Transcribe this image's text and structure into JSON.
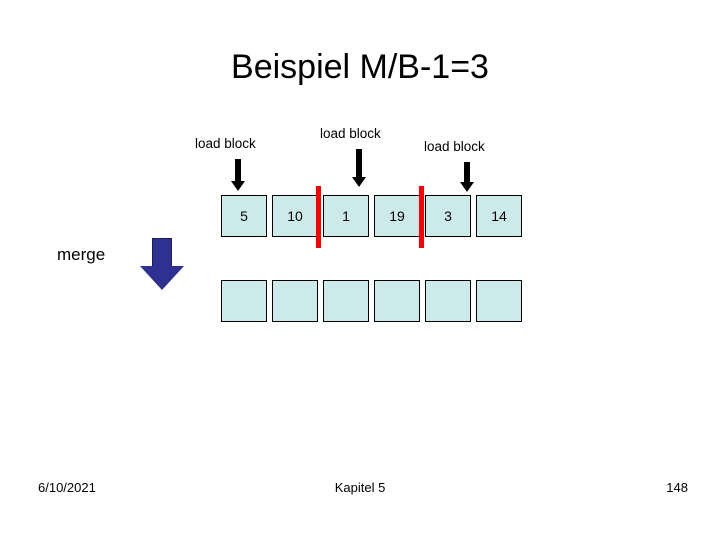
{
  "slide": {
    "title": "Beispiel M/B-1=3",
    "merge_label": "merge",
    "load_labels": [
      {
        "text": "load block"
      },
      {
        "text": "load block"
      },
      {
        "text": "load block"
      }
    ],
    "top_row": {
      "values": [
        "5",
        "10",
        "1",
        "19",
        "3",
        "14"
      ]
    },
    "bottom_row": {
      "values": [
        "",
        "",
        "",
        "",
        "",
        ""
      ]
    },
    "colors": {
      "block_fill": "#cceaea",
      "block_border": "#000000",
      "separator": "#ff0000",
      "merge_arrow": "#2e3192",
      "load_arrow": "#000000"
    }
  },
  "footer": {
    "date": "6/10/2021",
    "center": "Kapitel 5",
    "page": "148"
  }
}
